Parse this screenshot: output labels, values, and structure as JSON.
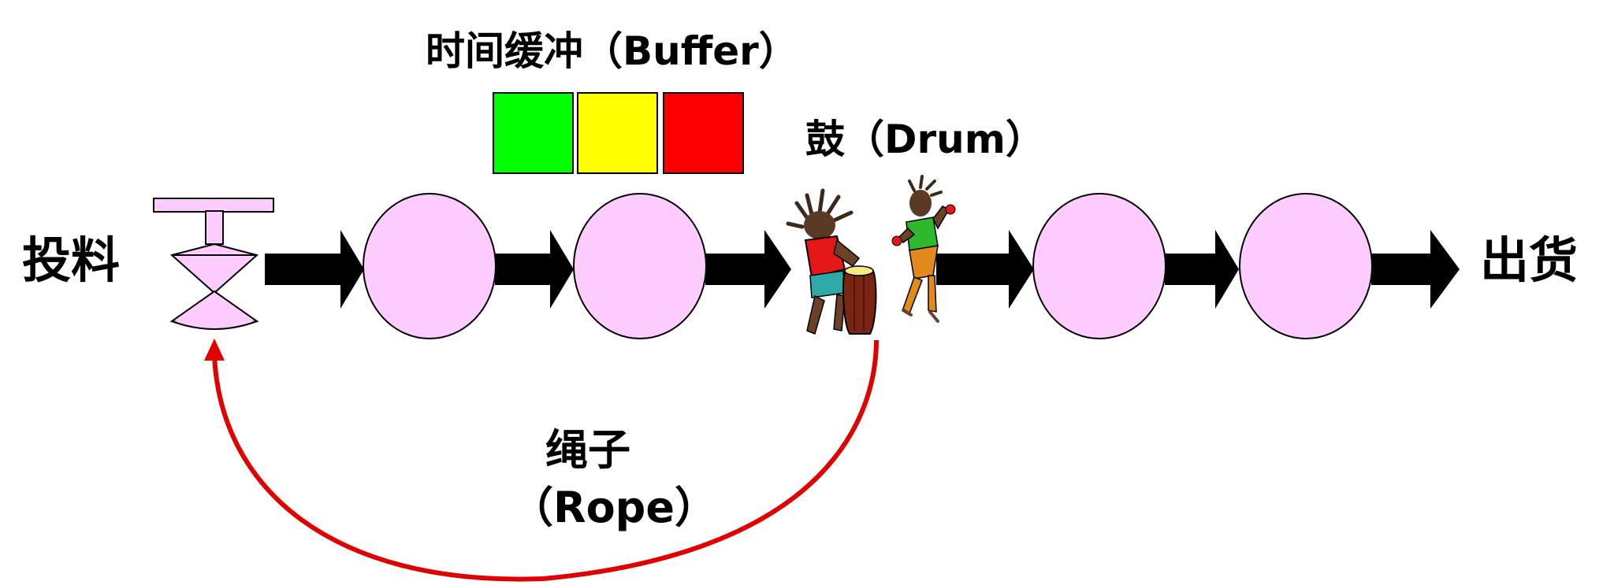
{
  "labels": {
    "input": "投料",
    "output": "出货",
    "buffer": "时间缓冲（Buffer）",
    "drum": "鼓（Drum）",
    "rope_line1": "绳子",
    "rope_line2": "（Rope）"
  },
  "buffer_zones": [
    {
      "name": "green",
      "color": "#00ff00"
    },
    {
      "name": "yellow",
      "color": "#ffff00"
    },
    {
      "name": "red",
      "color": "#ff0000"
    }
  ],
  "colors": {
    "process_fill": "#ffccff",
    "arrow": "#000000",
    "rope": "#e00000",
    "valve_fill": "#ffccff"
  },
  "icons": {
    "valve": "valve-icon",
    "drummer": "drummer-icon",
    "dancer": "dancer-icon"
  }
}
